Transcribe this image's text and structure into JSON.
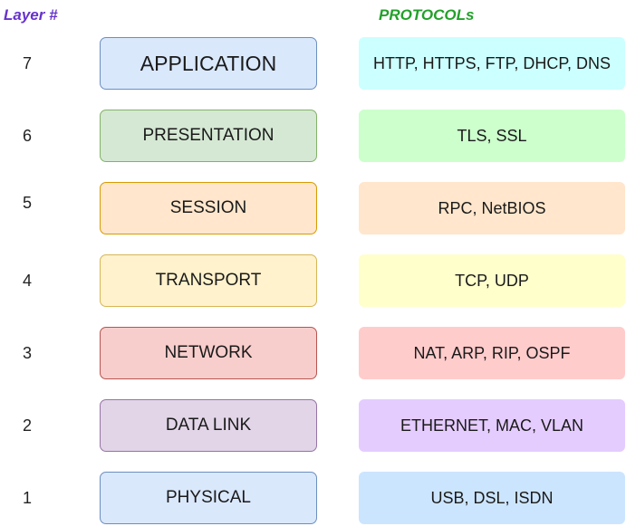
{
  "headers": {
    "layer_col": "Layer #",
    "protocol_col": "PROTOCOLs"
  },
  "colors": {
    "layer_header": "#6633cc",
    "protocol_header": "#23a02a"
  },
  "layers": [
    {
      "number": "7",
      "name": "APPLICATION",
      "protocols": "HTTP, HTTPS, FTP, DHCP, DNS",
      "layer_fill": "#dae8fc",
      "layer_border": "#6c8ebf",
      "protocol_fill": "#ccffff"
    },
    {
      "number": "6",
      "name": "PRESENTATION",
      "protocols": "TLS, SSL",
      "layer_fill": "#d5e8d4",
      "layer_border": "#82b366",
      "protocol_fill": "#ccffcc"
    },
    {
      "number": "5",
      "name": "SESSION",
      "protocols": "RPC, NetBIOS",
      "layer_fill": "#ffe6cc",
      "layer_border": "#d79b00",
      "protocol_fill": "#ffe6cc"
    },
    {
      "number": "4",
      "name": "TRANSPORT",
      "protocols": "TCP, UDP",
      "layer_fill": "#fff2cc",
      "layer_border": "#d6b656",
      "protocol_fill": "#ffffcc"
    },
    {
      "number": "3",
      "name": "NETWORK",
      "protocols": "NAT, ARP, RIP, OSPF",
      "layer_fill": "#f8cecc",
      "layer_border": "#b85450",
      "protocol_fill": "#ffcccc"
    },
    {
      "number": "2",
      "name": "DATA LINK",
      "protocols": "ETHERNET, MAC, VLAN",
      "layer_fill": "#e1d5e7",
      "layer_border": "#9673a6",
      "protocol_fill": "#e5ccff"
    },
    {
      "number": "1",
      "name": "PHYSICAL",
      "protocols": "USB, DSL, ISDN",
      "layer_fill": "#dae8fc",
      "layer_border": "#6c8ebf",
      "protocol_fill": "#cce5ff"
    }
  ]
}
